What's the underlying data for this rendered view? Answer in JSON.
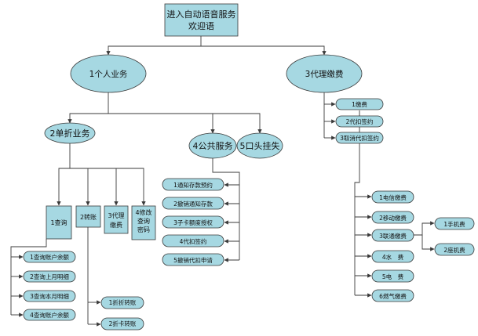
{
  "root": {
    "line1": "进入自动语音服务",
    "line2": "欢迎语"
  },
  "level1": {
    "personal": "1个人业务",
    "agency": "3代理缴费"
  },
  "personal": {
    "passbook": "2单折业务",
    "public": "4公共服务",
    "report_loss": "5口头挂失"
  },
  "passbook_children": {
    "query": "1查询",
    "transfer": "2转账",
    "agency_pay": {
      "line1": "3代理",
      "line2": "缴费"
    },
    "change_pwd": {
      "line1": "4修改",
      "line2": "查询",
      "line3": "密码"
    }
  },
  "query_items": [
    "1查询账户余额",
    "2查询上月明细",
    "3查询本月明细",
    "4查询账户余额"
  ],
  "transfer_items": [
    "1折折转账",
    "2折卡转账"
  ],
  "public_items": [
    "1通知存款预约",
    "2撤销通知存款",
    "3子卡额度授权",
    "4代扣签约",
    "5撤销代扣申请"
  ],
  "agency_items": [
    "1缴费",
    "2代扣签约",
    "3取消代扣签约"
  ],
  "fee_items": [
    "1电信缴费",
    "2移动缴费",
    "3联通缴费",
    "4水　费",
    "5电　费",
    "6燃气缴费"
  ],
  "unicom_items": [
    "1手机费",
    "2座机费"
  ]
}
